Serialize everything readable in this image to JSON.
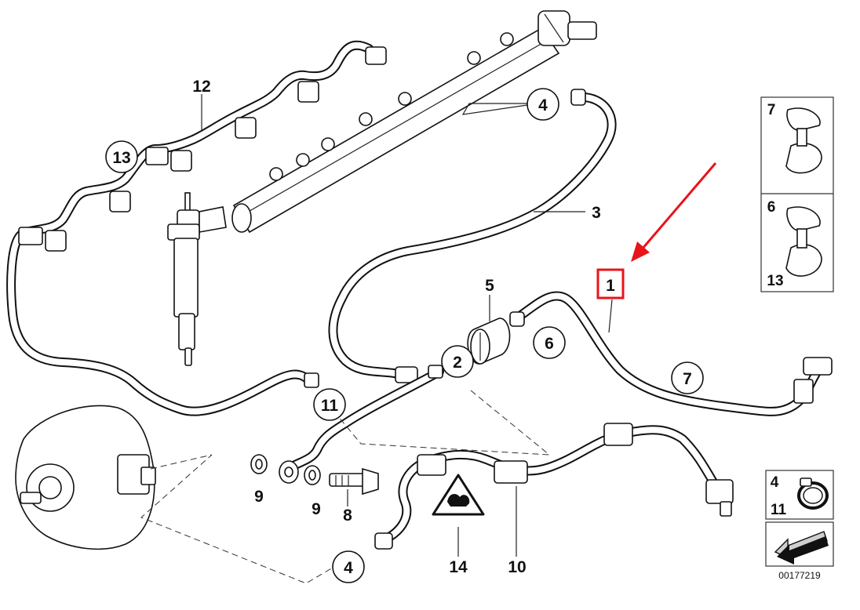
{
  "callouts": {
    "c1": "1",
    "c2": "2",
    "c3": "3",
    "c4a": "4",
    "c4b": "4",
    "c5": "5",
    "c6": "6",
    "c7": "7",
    "c8": "8",
    "c9a": "9",
    "c9b": "9",
    "c10": "10",
    "c11": "11",
    "c12": "12",
    "c13": "13",
    "c14": "14"
  },
  "insets": {
    "clip_box": {
      "top_label": "7",
      "mid_label": "6",
      "bottom_label": "13"
    },
    "clamp_box": {
      "label_a": "4",
      "label_b": "11"
    }
  },
  "diagram_code": "00177219",
  "colors": {
    "highlight": "#e8141b",
    "line": "#111111"
  },
  "icons": [
    "highlight-arrow-icon",
    "warning-triangle-icon",
    "navigation-arrow-icon"
  ]
}
